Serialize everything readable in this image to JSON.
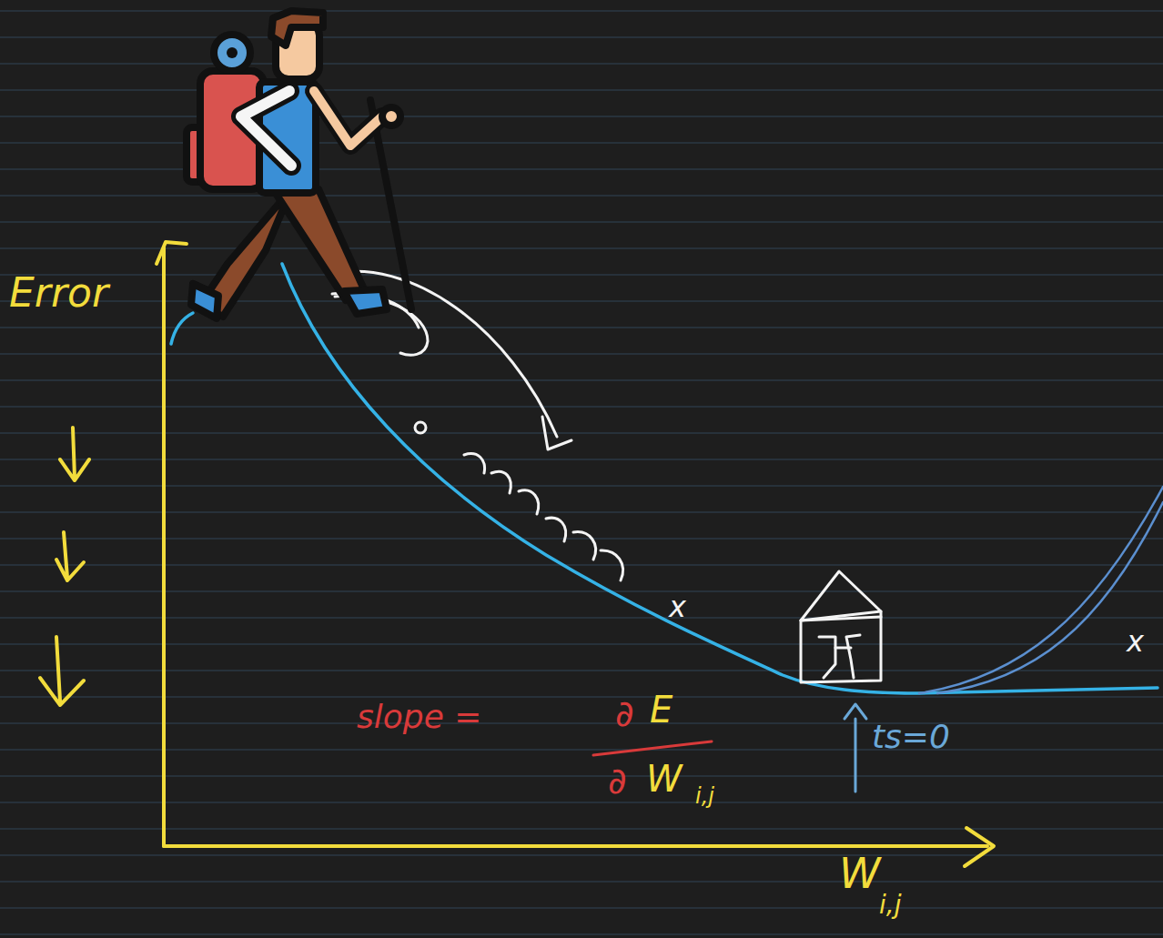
{
  "diagram": {
    "labels": [
      "Error",
      "x",
      "x",
      "slope =",
      "∂",
      "E",
      "∂",
      "W",
      "i,j",
      "ts=0",
      "W",
      "i,j"
    ]
  }
}
